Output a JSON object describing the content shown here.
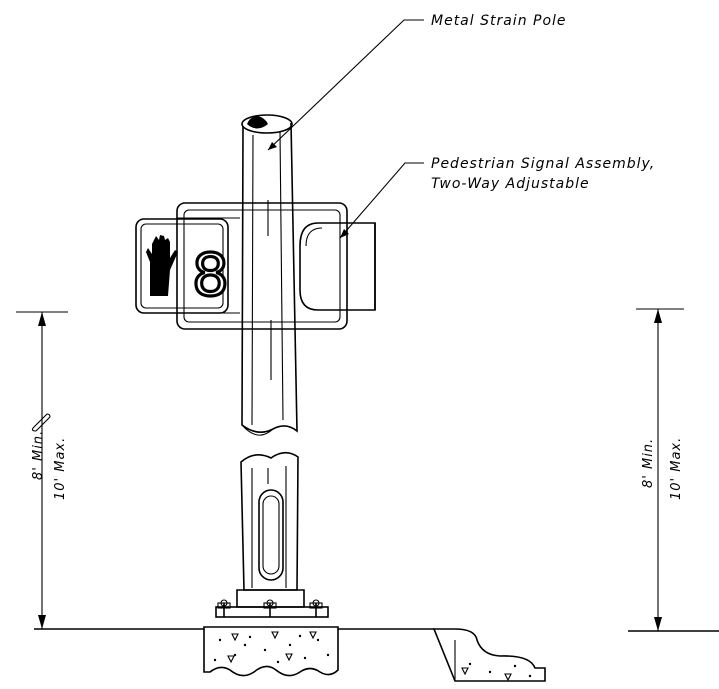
{
  "labels": {
    "pole": "Metal Strain Pole",
    "assembly_line1": "Pedestrian Signal Assembly,",
    "assembly_line2": "Two-Way Adjustable"
  },
  "dimensions": {
    "left": {
      "min": "8' Min.",
      "max": "10' Max."
    },
    "right": {
      "min": "8' Min.",
      "max": "10' Max."
    }
  },
  "signal_countdown": "8"
}
